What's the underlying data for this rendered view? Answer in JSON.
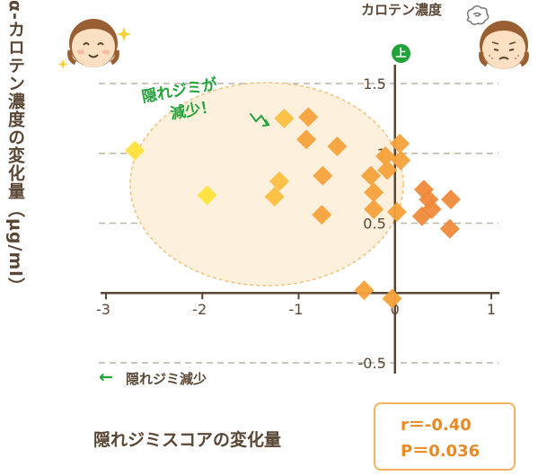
{
  "labels": {
    "y_axis": "α-カロテン濃度の変化量（µg/ml）",
    "x_axis": "隠れジミスコアの変化量",
    "top_axis": "カロテン濃度",
    "up_badge": "上",
    "hint": "隠れジミ減少",
    "callout_line1": "隠れジミが",
    "callout_line2": "減少！"
  },
  "stats": {
    "r": "r＝-0.40",
    "p": "P＝0.036"
  },
  "colors": {
    "axis": "#5a4634",
    "grid": "#bdb3a6",
    "ellipse_fill": "#fdf1de",
    "ellipse_stroke": "#f2c27c",
    "yellow": "#ffe13a",
    "light_orange": "#fbbf3e",
    "orange": "#f5a23a",
    "deep_orange": "#ef8a3a",
    "green": "#22a33a",
    "face_skin": "#fde0c2",
    "hair": "#9a5e33"
  },
  "icons": [
    "happy-face-icon",
    "worried-face-icon",
    "sparkle-icon",
    "left-arrow-icon"
  ],
  "chart_data": {
    "type": "scatter",
    "xlim": [
      -3,
      1
    ],
    "ylim": [
      -0.5,
      1.5
    ],
    "x_ticks": [
      "-3",
      "-2",
      "-1",
      "0",
      "1"
    ],
    "y_ticks": [
      "1.5",
      "1",
      "0.5",
      "-0.5"
    ],
    "grid": "horizontal dashed",
    "points": [
      {
        "x": -2.7,
        "y": 1.02,
        "c": "yellow"
      },
      {
        "x": -1.95,
        "y": 0.7,
        "c": "yellow"
      },
      {
        "x": -1.2,
        "y": 0.8,
        "c": "light_orange"
      },
      {
        "x": -1.15,
        "y": 1.25,
        "c": "light_orange"
      },
      {
        "x": -1.25,
        "y": 0.69,
        "c": "light_orange"
      },
      {
        "x": -0.9,
        "y": 1.26,
        "c": "orange"
      },
      {
        "x": -0.92,
        "y": 1.1,
        "c": "orange"
      },
      {
        "x": -0.6,
        "y": 1.05,
        "c": "orange"
      },
      {
        "x": -0.75,
        "y": 0.84,
        "c": "orange"
      },
      {
        "x": -0.76,
        "y": 0.56,
        "c": "orange"
      },
      {
        "x": -0.25,
        "y": 0.84,
        "c": "orange"
      },
      {
        "x": -0.22,
        "y": 0.72,
        "c": "orange"
      },
      {
        "x": -0.22,
        "y": 0.6,
        "c": "orange"
      },
      {
        "x": -0.1,
        "y": 0.98,
        "c": "orange"
      },
      {
        "x": -0.08,
        "y": 0.88,
        "c": "orange"
      },
      {
        "x": 0.05,
        "y": 1.07,
        "c": "orange"
      },
      {
        "x": 0.06,
        "y": 0.95,
        "c": "orange"
      },
      {
        "x": 0.02,
        "y": 0.58,
        "c": "orange"
      },
      {
        "x": -0.32,
        "y": 0.02,
        "c": "orange"
      },
      {
        "x": -0.03,
        "y": -0.04,
        "c": "orange"
      },
      {
        "x": 0.3,
        "y": 0.74,
        "c": "deep_orange"
      },
      {
        "x": 0.35,
        "y": 0.67,
        "c": "deep_orange"
      },
      {
        "x": 0.38,
        "y": 0.6,
        "c": "deep_orange"
      },
      {
        "x": 0.28,
        "y": 0.55,
        "c": "deep_orange"
      },
      {
        "x": 0.58,
        "y": 0.67,
        "c": "deep_orange"
      },
      {
        "x": 0.57,
        "y": 0.46,
        "c": "deep_orange"
      }
    ]
  }
}
